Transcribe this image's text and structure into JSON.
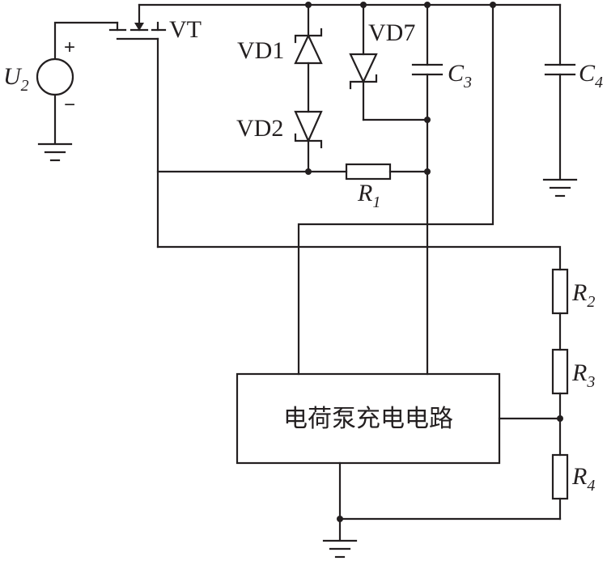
{
  "labels": {
    "vt": "VT",
    "vd1": "VD1",
    "vd2": "VD2",
    "vd7": "VD7",
    "c3": {
      "main": "C",
      "sub": "3"
    },
    "c4": {
      "main": "C",
      "sub": "4"
    },
    "u2": {
      "main": "U",
      "sub": "2"
    },
    "r1": {
      "main": "R",
      "sub": "1"
    },
    "r2": {
      "main": "R",
      "sub": "2"
    },
    "r3": {
      "main": "R",
      "sub": "3"
    },
    "r4": {
      "main": "R",
      "sub": "4"
    },
    "plus": "+",
    "minus": "−"
  },
  "block": {
    "label": "电荷泵充电电路"
  }
}
